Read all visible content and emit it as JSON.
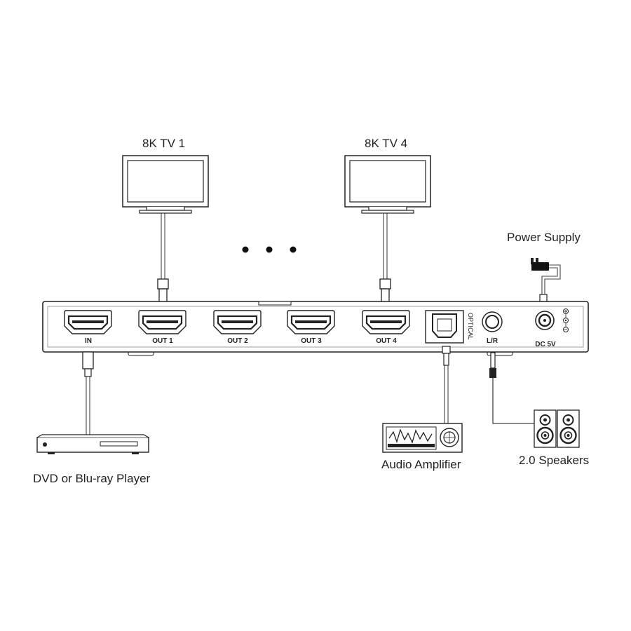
{
  "devices": {
    "tv1": "8K TV 1",
    "tv4": "8K TV 4",
    "power": "Power Supply",
    "player": "DVD or Blu-ray Player",
    "amplifier": "Audio Amplifier",
    "speakers": "2.0 Speakers"
  },
  "ports": {
    "in": "IN",
    "out1": "OUT 1",
    "out2": "OUT 2",
    "out3": "OUT 3",
    "out4": "OUT 4",
    "optical": "OPTICAL",
    "lr": "L/R",
    "dc": "DC 5V"
  },
  "icons": [
    "tv-icon",
    "hdmi-port-icon",
    "optical-port-icon",
    "audio-jack-icon",
    "dc-jack-icon",
    "power-adapter-icon",
    "dvd-player-icon",
    "amplifier-icon",
    "speaker-icon",
    "ellipsis-icon"
  ]
}
